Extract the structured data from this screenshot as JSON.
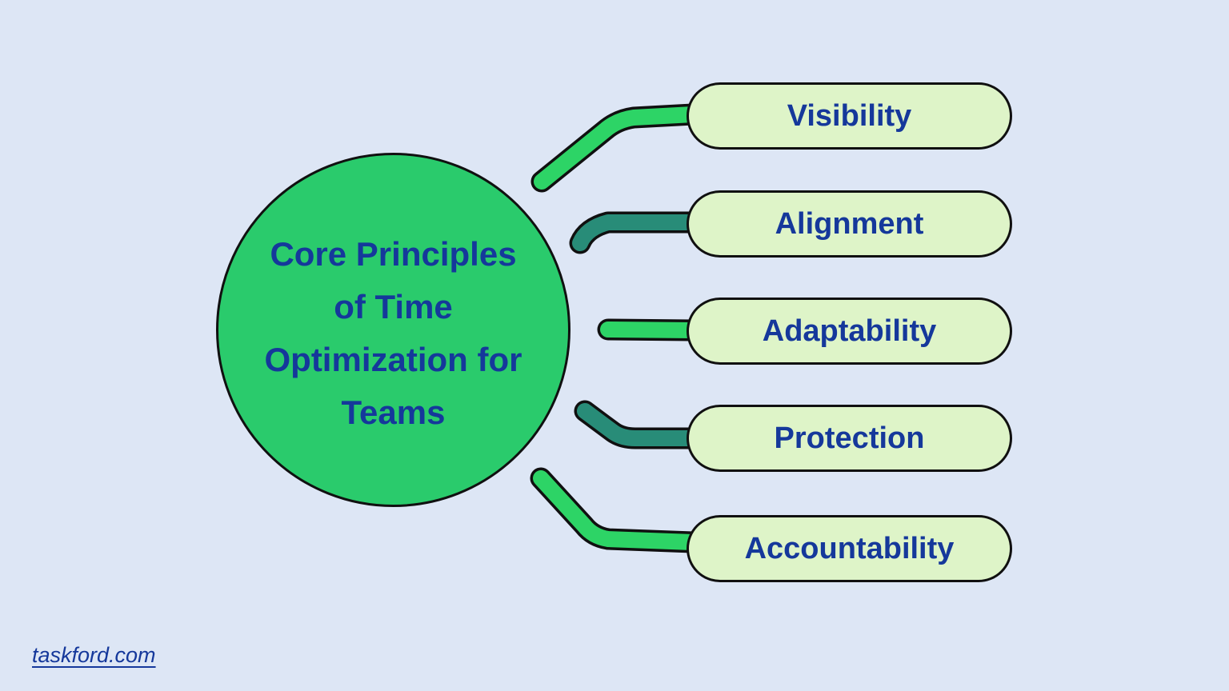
{
  "center": {
    "title_lines": [
      "Core Principles",
      "of Time",
      "Optimization for",
      "Teams"
    ],
    "title_full": "Core Principles of Time Optimization for Teams"
  },
  "nodes": [
    {
      "label": "Visibility",
      "connector_color": "#2dd466"
    },
    {
      "label": "Alignment",
      "connector_color": "#288c78"
    },
    {
      "label": "Adaptability",
      "connector_color": "#2dd466"
    },
    {
      "label": "Protection",
      "connector_color": "#288c78"
    },
    {
      "label": "Accountability",
      "connector_color": "#2dd466"
    }
  ],
  "footer": {
    "link_label": "taskford.com"
  },
  "colors": {
    "bg": "#dde6f5",
    "circle-green": "#2acb6c",
    "pill-fill": "#def4c8",
    "navy": "#15389b",
    "outline": "#101010",
    "bright-green": "#2dd466",
    "teal": "#288c78"
  }
}
